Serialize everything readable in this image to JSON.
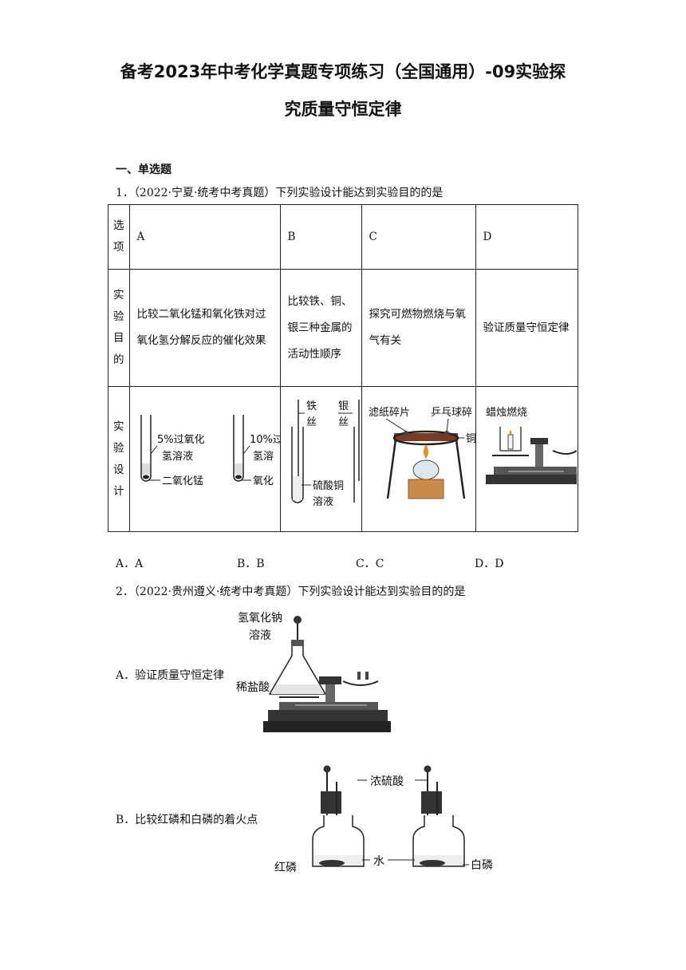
{
  "title_line1": "备考2023年中考化学真题专项练习（全国通用）-09实验探",
  "title_line2": "究质量守恒定律",
  "section": "一、单选题",
  "q1": {
    "stem": "1．（2022·宁夏·统考中考真题）下列实验设计能达到实验目的的是",
    "row_headers": [
      "选项",
      "实验目的",
      "实验设计"
    ],
    "options": [
      "A",
      "B",
      "C",
      "D"
    ],
    "purposes": [
      "比较二氧化锰和氧化铁对过氧化氢分解反应的催化效果",
      "比较铁、铜、银三种金属的活动性顺序",
      "探究可燃物燃烧与氧气有关",
      "验证质量守恒定律"
    ],
    "fig_a": {
      "l1": "5%过氧化",
      "l2": "氢溶液",
      "l3": "二氧化锰",
      "r1": "10%过",
      "r2": "氢溶",
      "r3": "氧化"
    },
    "fig_b": {
      "fe1": "铁",
      "fe2": "丝",
      "ag1": "银",
      "ag2": "丝",
      "sol1": "硫酸铜",
      "sol2": "溶液"
    },
    "fig_c": {
      "paper": "滤纸碎片",
      "ball": "乒乓球碎",
      "cu": "铜"
    },
    "fig_d": {
      "candle": "蜡烛燃烧"
    },
    "choices": [
      "A．A",
      "B．B",
      "C．C",
      "D．D"
    ]
  },
  "q2": {
    "stem": "2．（2022·贵州遵义·统考中考真题）下列实验设计能达到实验目的的是",
    "a_label": "A．验证质量守恒定律",
    "a_fig": {
      "naoh1": "氢氧化钠",
      "naoh2": "溶液",
      "hcl": "稀盐酸"
    },
    "b_label": "B．比较红磷和白磷的着火点",
    "b_fig": {
      "acid": "浓硫酸",
      "red": "红磷",
      "water": "水",
      "white": "白磷"
    }
  }
}
